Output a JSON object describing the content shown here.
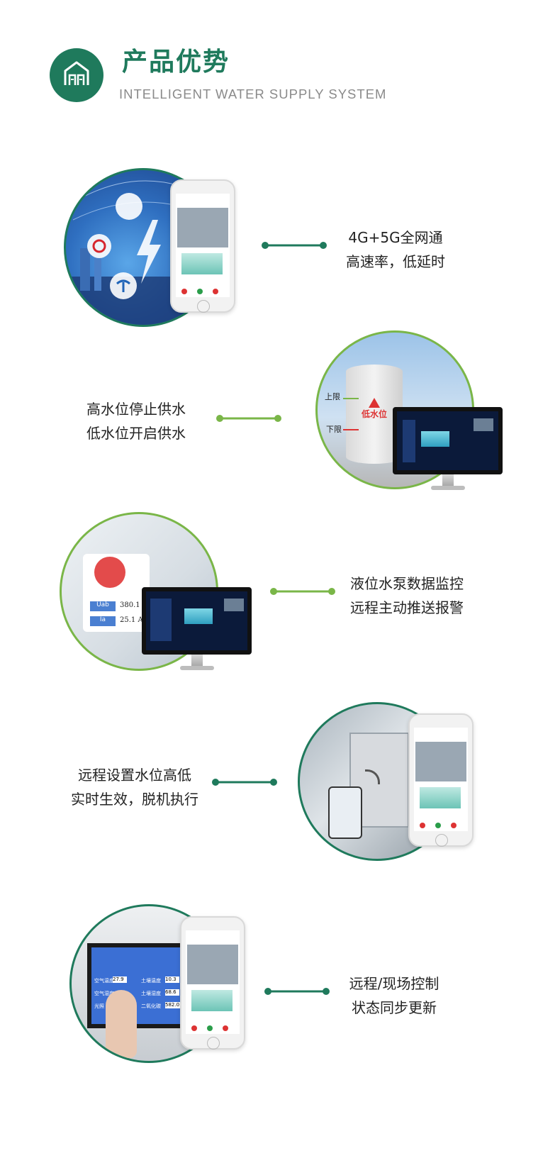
{
  "header": {
    "title": "产品优势",
    "subtitle": "INTELLIGENT WATER SUPPLY SYSTEM",
    "icon": "building-icon"
  },
  "features": [
    {
      "line1": "4G+5G全网通",
      "line2": "高速率，低延时"
    },
    {
      "line1": "高水位停止供水",
      "line2": "低水位开启供水"
    },
    {
      "line1": "液位水泵数据监控",
      "line2": "远程主动推送报警"
    },
    {
      "line1": "远程设置水位高低",
      "line2": "实时生效，脱机执行"
    },
    {
      "line1": "远程/现场控制",
      "line2": "状态同步更新"
    }
  ],
  "scene2": {
    "upper_label": "上限",
    "lower_label": "下限",
    "alarm_label": "低水位"
  },
  "scene3": {
    "voltage_tag": "Uab",
    "voltage_value": "380.1 V",
    "current_tag": "Ia",
    "current_value": "25.1 A"
  },
  "scene5": {
    "air_temp_label": "空气温度",
    "air_temp_value": "27.9",
    "air_humidity_label": "空气湿度",
    "soil_temp_label": "土壤温度",
    "soil_temp_value": "10.3",
    "soil_humidity_label": "土壤湿度",
    "soil_humidity_value": "68.6",
    "co2_label": "二氧化碳",
    "co2_value": "582.0",
    "light_label": "光照"
  },
  "colors": {
    "primary": "#1f7a5c",
    "accent": "#7ab648",
    "text": "#222222",
    "subtitle": "#8a8a8a"
  }
}
